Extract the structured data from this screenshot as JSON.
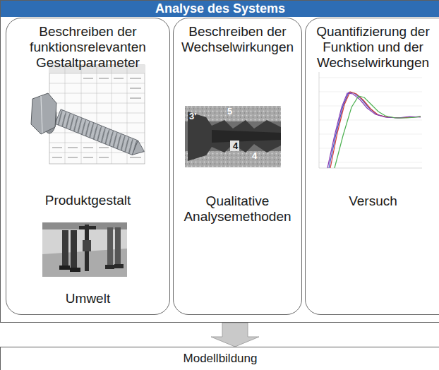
{
  "diagram": {
    "nodes": [
      {
        "text": [
          "Analyse des Systems"
        ]
      },
      {
        "text": [
          "Beschreiben der funktionsrelevanten Gestaltparameter",
          "Produktgestalt",
          "Umwelt"
        ],
        "in": 0
      },
      {
        "text": [
          "Beschreiben der Wechselwirkungen",
          "Qualitative Analysemethoden"
        ],
        "in": 0
      },
      {
        "text": [
          "Quantifizierung der Funktion und der Wechselwirkungen",
          "Versuch"
        ],
        "in": 0
      },
      {
        "text": [
          "Modellbildung"
        ]
      }
    ],
    "edges": [
      {
        "from": 0,
        "to": 4,
        "arrow": "to"
      }
    ],
    "labels": [
      "3'",
      "5",
      "4",
      "4"
    ]
  }
}
